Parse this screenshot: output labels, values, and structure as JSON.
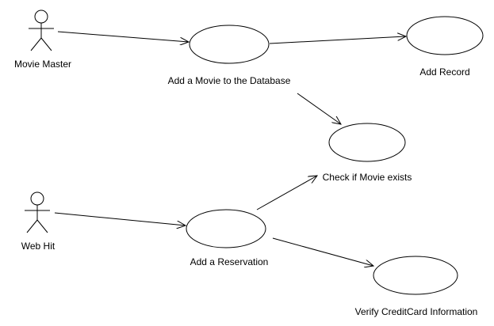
{
  "actors": {
    "movie_master": "Movie Master",
    "web_hit": "Web Hit"
  },
  "use_cases": {
    "add_movie": "Add a Movie to the Database",
    "add_record": "Add Record",
    "check_movie": "Check if Movie exists",
    "add_reservation": "Add a Reservation",
    "verify_credit": "Verify CreditCard Information"
  },
  "colors": {
    "stroke": "#000000",
    "background": "#ffffff"
  }
}
